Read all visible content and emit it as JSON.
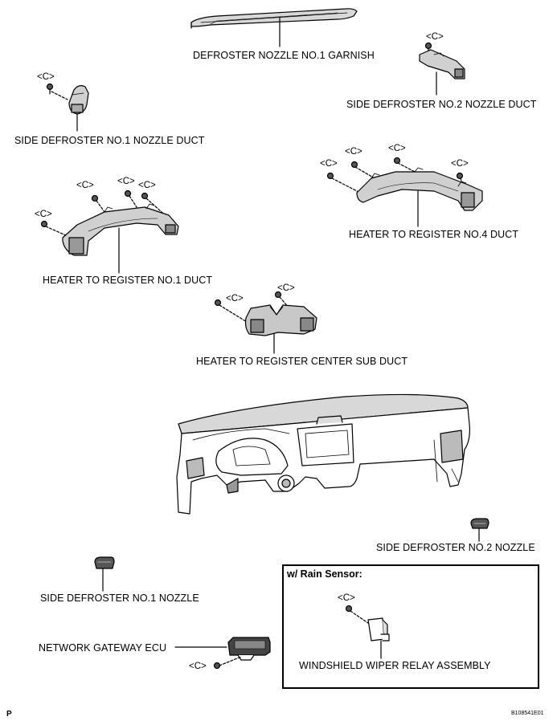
{
  "labels": {
    "defroster_garnish": "DEFROSTER NOZZLE NO.1 GARNISH",
    "side_defroster_no2_duct": "SIDE DEFROSTER NO.2 NOZZLE DUCT",
    "side_defroster_no1_duct": "SIDE DEFROSTER  NO.1 NOZZLE DUCT",
    "heater_no4_duct": "HEATER TO REGISTER NO.4 DUCT",
    "heater_no1_duct": "HEATER TO REGISTER NO.1 DUCT",
    "heater_center_sub_duct": "HEATER TO REGISTER CENTER SUB DUCT",
    "side_defroster_no2_nozzle": "SIDE DEFROSTER NO.2 NOZZLE",
    "side_defroster_no1_nozzle": "SIDE DEFROSTER NO.1 NOZZLE",
    "network_gateway_ecu": "NETWORK GATEWAY ECU",
    "wiper_relay": "WINDSHIELD WIPER RELAY ASSEMBLY"
  },
  "screw_label": "<C>",
  "rain_sensor_box": {
    "title": "w/ Rain Sensor:"
  },
  "footer": {
    "page_letter": "P",
    "figure_code": "B108541E01"
  }
}
